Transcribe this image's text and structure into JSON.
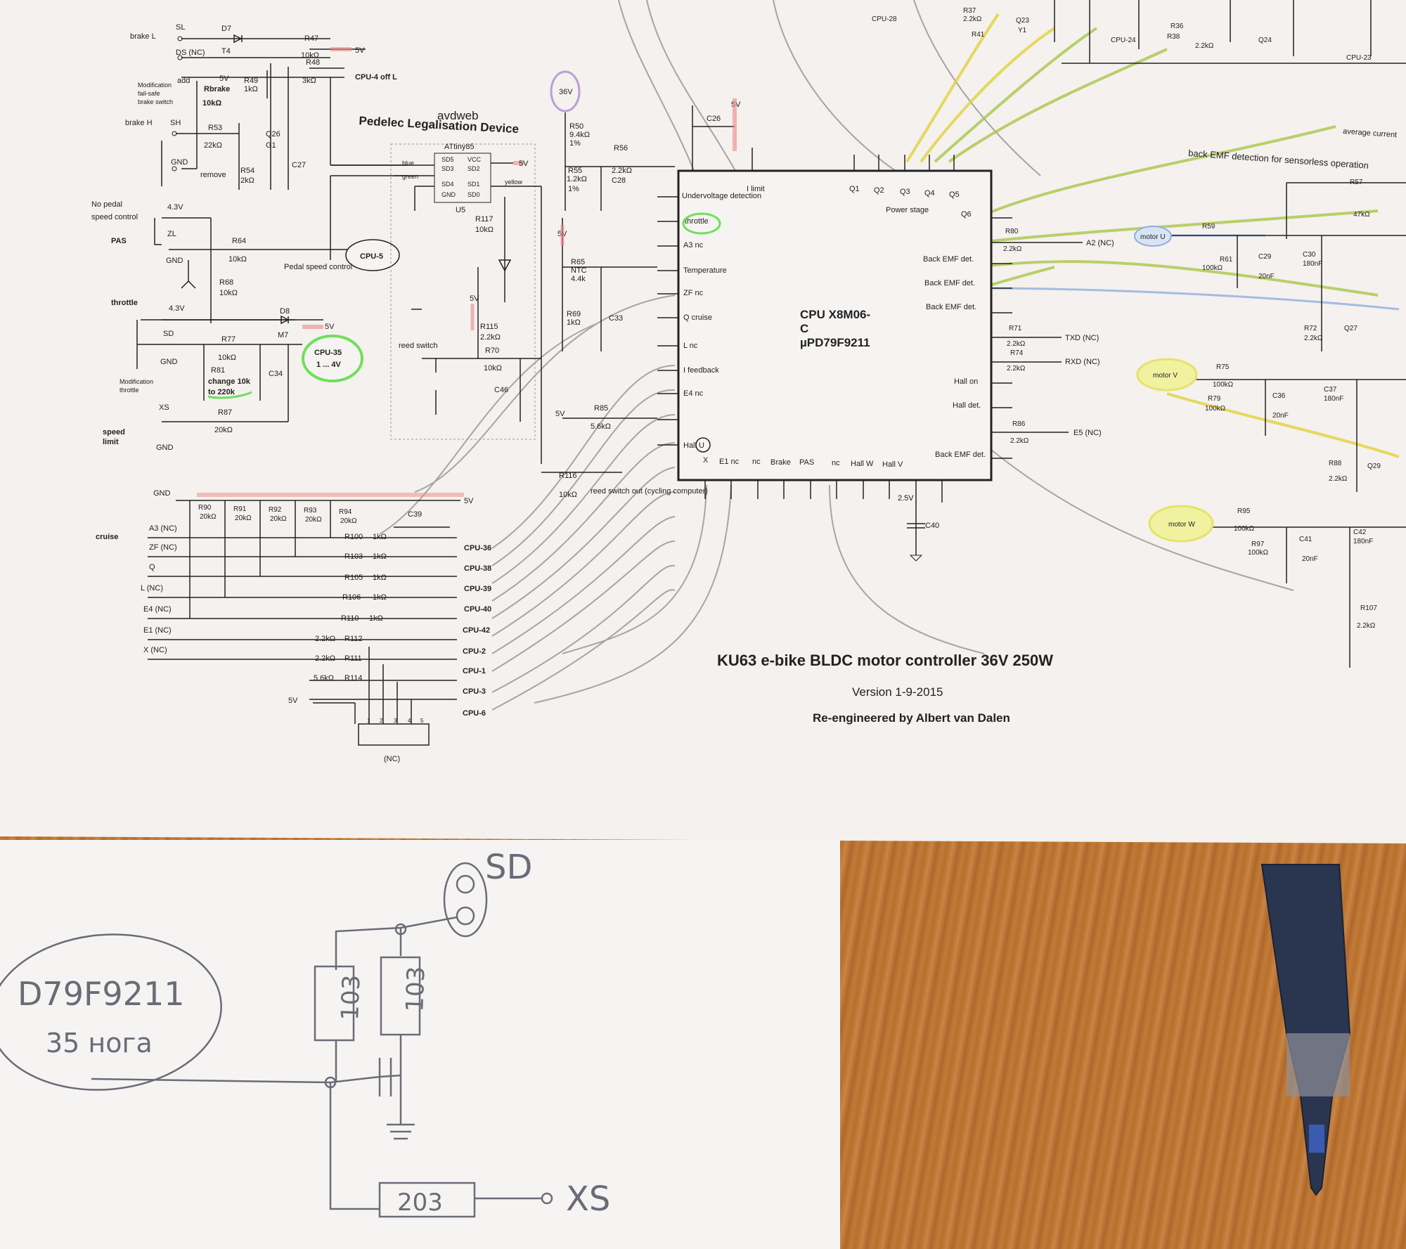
{
  "title": {
    "main": "KU63 e-bike BLDC motor controller 36V 250W",
    "version": "Version 1-9-2015",
    "author": "Re-engineered by Albert van Dalen"
  },
  "pld": {
    "heading1": "avdweb",
    "heading2": "Pedelec Legalisation Device",
    "chip": "ATtiny85",
    "unit": "U5",
    "pins_left": [
      "SD5",
      "SD3",
      "SD4",
      "GND"
    ],
    "pins_right": [
      "VCC",
      "SD2",
      "SD1",
      "SD0"
    ],
    "wire_blue": "blue",
    "wire_green": "green",
    "wire_yellow": "yellow",
    "reed": "reed switch",
    "reed_out": "reed switch out (cycling computer)"
  },
  "cpu": {
    "name_line1": "CPU X8M06-",
    "name_line2": "C",
    "name_line3": "µPD79F9211",
    "left_pins": [
      "Undervoltage detection",
      "throttle",
      "A3 nc",
      "Temperature",
      "ZF nc",
      "Q cruise",
      "L nc",
      "I feedback",
      "E4 nc",
      "Hall U"
    ],
    "top_pins": [
      "I limit",
      "Q1",
      "Q2",
      "Q3",
      "Q4",
      "Q5"
    ],
    "power_stage": "Power stage",
    "q6": "Q6",
    "right_pins": [
      "Back EMF det.",
      "Back EMF det.",
      "Back EMF det.",
      "Hall on",
      "Hall det.",
      "Back EMF det."
    ],
    "bottom_pins": [
      "X",
      "E1 nc",
      "nc",
      "Brake",
      "PAS",
      "nc",
      "Hall W",
      "Hall V"
    ],
    "v25": "2.5V",
    "c40": "C40"
  },
  "left": {
    "brake_l": "brake L",
    "sl": "SL",
    "ds": "DS (NC)",
    "d7": "D7",
    "t4": "T4",
    "r47": "R47",
    "r47v": "10kΩ",
    "r48": "R48",
    "r48v": "3kΩ",
    "cpu4": "CPU-4 off L",
    "mod1": "Modification",
    "mod2": "fail-safe",
    "mod3": "brake switch",
    "add": "add",
    "rbrake": "Rbrake",
    "rbrakev": "10kΩ",
    "r49": "R49",
    "r49v": "1kΩ",
    "brake_h": "brake H",
    "sh": "SH",
    "r53": "R53",
    "r53v": "22kΩ",
    "q26": "Q26",
    "g1": "G1",
    "c27": "C27",
    "gnd": "GND",
    "remove": "remove",
    "r54": "R54",
    "r54v": "2kΩ",
    "no_pedal1": "No pedal",
    "no_pedal2": "speed control",
    "v43": "4.3V",
    "pas": "PAS",
    "zl": "ZL",
    "r64": "R64",
    "r64v": "10kΩ",
    "cpu5": "CPU-5",
    "pedal_ctrl": "Pedal speed control",
    "r68": "R68",
    "r68v": "10kΩ",
    "throttle": "throttle",
    "d8": "D8",
    "m7": "M7",
    "sd": "SD",
    "r77": "R77",
    "r77v": "10kΩ",
    "cpu35a": "CPU-35",
    "cpu35b": "1 ... 4V",
    "r81": "R81",
    "change1": "change 10k",
    "change2": "to 220k",
    "c34": "C34",
    "modthr1": "Modification",
    "modthr2": "throttle",
    "xs": "XS",
    "r87": "R87",
    "r87v": "20kΩ",
    "speed1": "speed",
    "speed2": "limit",
    "v5": "5V"
  },
  "mid": {
    "v36": "36V",
    "r50": "R50",
    "r50v": "9.4kΩ",
    "r50p": "1%",
    "r55": "R55",
    "r55v": "1.2kΩ",
    "r55p": "1%",
    "r56": "R56",
    "r56v": "2.2kΩ",
    "c28": "C28",
    "r65": "R65",
    "ntc": "NTC",
    "ntcv": "4.4k",
    "r69": "R69",
    "r69v": "1kΩ",
    "c33": "C33",
    "r117": "R117",
    "r117v": "10kΩ",
    "r115": "R115",
    "r115v": "2.2kΩ",
    "r70": "R70",
    "r70v": "10kΩ",
    "c46": "C46",
    "r85": "R85",
    "r85v": "5.6kΩ",
    "r116": "R116",
    "r116v": "10kΩ",
    "c26": "C26"
  },
  "cruise": {
    "label": "cruise",
    "resistors": [
      "R90",
      "R91",
      "R92",
      "R93",
      "R94"
    ],
    "rvalue": "20kΩ",
    "c39": "C39",
    "inputs": [
      "A3 (NC)",
      "ZF (NC)",
      "Q",
      "L (NC)",
      "E4 (NC)",
      "E1 (NC)",
      "X (NC)"
    ],
    "rows": [
      {
        "r": "R100",
        "v": "1kΩ",
        "cpu": "CPU-36"
      },
      {
        "r": "R103",
        "v": "1kΩ",
        "cpu": "CPU-38"
      },
      {
        "r": "R105",
        "v": "1kΩ",
        "cpu": "CPU-39"
      },
      {
        "r": "R106",
        "v": "1kΩ",
        "cpu": "CPU-40"
      },
      {
        "r": "R110",
        "v": "1kΩ",
        "cpu": "CPU-42"
      },
      {
        "r": "R112",
        "v": "2.2kΩ",
        "cpu": "CPU-2"
      },
      {
        "r": "R111",
        "v": "2.2kΩ",
        "cpu": "CPU-1"
      },
      {
        "r": "R114",
        "v": "5.6kΩ",
        "cpu": "CPU-3"
      }
    ],
    "cpu6": "CPU-6",
    "v5": "5V",
    "nc": "(NC)",
    "header_pins": [
      "1",
      "2",
      "3",
      "4",
      "5"
    ]
  },
  "right": {
    "r80": "R80",
    "r80v": "2.2kΩ",
    "a2": "A2 (NC)",
    "r71": "R71",
    "r71v": "2.2kΩ",
    "txd": "TXD (NC)",
    "r74": "R74",
    "r74v": "2.2kΩ",
    "rxd": "RXD (NC)",
    "r86": "R86",
    "r86v": "2.2kΩ",
    "e5": "E5 (NC)",
    "backemf": "back EMF detection for sensorless operation",
    "avg": "average current",
    "motor_u": "motor U",
    "motor_v": "motor V",
    "motor_w": "motor W",
    "cpu28": "CPU-28",
    "cpu24": "CPU-24",
    "cpu23": "CPU-23",
    "r57": "R57",
    "r57v": "47kΩ",
    "r59": "R59",
    "r61": "R61",
    "r61v": "100kΩ",
    "c29": "C29",
    "c29v": "20nF",
    "c30": "C30",
    "c30v": "180nF",
    "r75": "R75",
    "r75v": "100kΩ",
    "r79": "R79",
    "r79v": "100kΩ",
    "c36": "C36",
    "c36v": "20nF",
    "c37": "C37",
    "c37v": "180nF",
    "r95": "R95",
    "r95v": "100kΩ",
    "r97": "R97",
    "r97v": "100kΩ",
    "c41": "C41",
    "c41v": "20nF",
    "c42": "C42",
    "c42v": "180nF",
    "r88": "R88",
    "r88v": "2.2kΩ",
    "r107": "R107",
    "r107v": "2.2kΩ",
    "q29": "Q29",
    "r72": "R72",
    "r72v": "2.2kΩ",
    "q27": "Q27",
    "r37": "R37",
    "r37v": "2.2kΩ",
    "r41": "R41",
    "q23": "Q23",
    "y1": "Y1",
    "r36": "R36",
    "r38": "R38",
    "r38v": "2.2kΩ",
    "q24": "Q24"
  },
  "note": {
    "chip1": "D79F9211",
    "chip2": "35 нога",
    "sd": "SD",
    "xs": "XS",
    "r1": "103",
    "r2": "103",
    "r3": "203"
  }
}
